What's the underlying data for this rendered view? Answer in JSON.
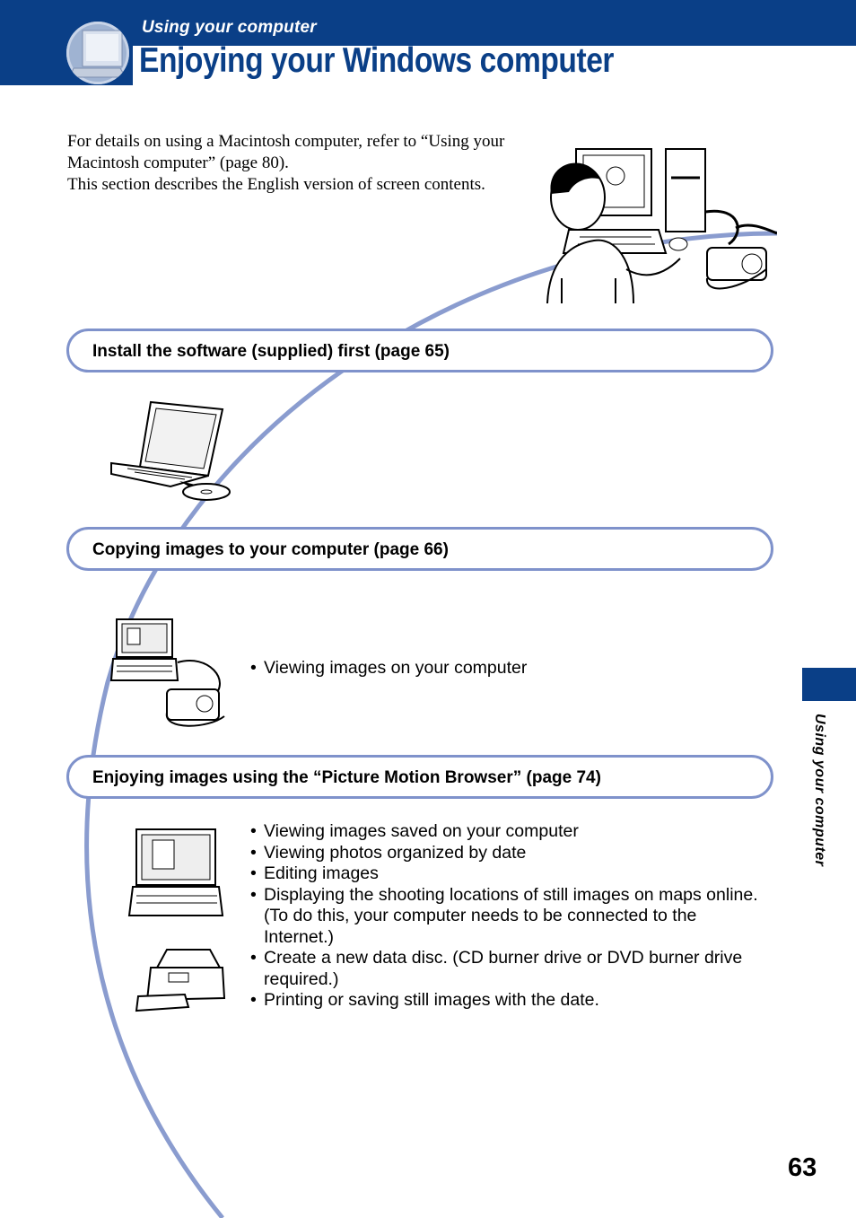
{
  "header": {
    "section_label": "Using your computer",
    "title": "Enjoying your Windows computer"
  },
  "intro": {
    "lines": [
      "For details on using a Macintosh computer, refer to “Using your Macintosh computer” (page 80).",
      "This section describes the English version of screen contents."
    ]
  },
  "steps": [
    {
      "label": "Install the software (supplied) first (page 65)",
      "bullets": []
    },
    {
      "label": "Copying images to your computer (page 66)",
      "bullets": [
        "Viewing images on your computer"
      ]
    },
    {
      "label": "Enjoying images using the “Picture Motion Browser”  (page 74)",
      "bullets": [
        "Viewing images saved on your computer",
        "Viewing photos organized by date",
        "Editing images",
        "Displaying the shooting locations of still images on maps online. (To do this, your computer needs to be connected to the Internet.)",
        "Create a new data disc. (CD burner drive or DVD burner drive required.)",
        "Printing or saving still images with the date."
      ]
    }
  ],
  "sidebar": {
    "label": "Using your computer"
  },
  "page_number": "63",
  "colors": {
    "accent": "#0a3f87",
    "pill_border": "#7f92cb",
    "arc": "#8a9ccf"
  }
}
